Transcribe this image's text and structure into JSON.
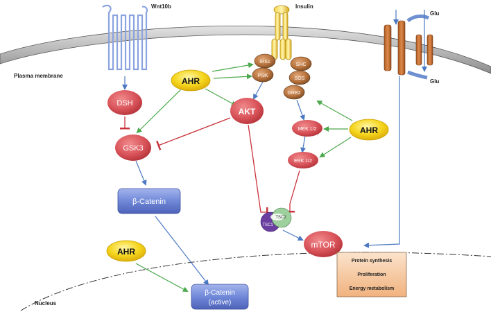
{
  "membrane_label": "Plasma membrane",
  "nucleus_label": "Nucleus",
  "receptors": {
    "wnt": "Wnt10b",
    "insulin": "Insulin",
    "glu_in": "Glu",
    "glu_out": "Glu"
  },
  "nodes": {
    "ahr_top": "AHR",
    "ahr_right": "AHR",
    "ahr_bottom": "AHR",
    "dsh": "DSH",
    "gsk3": "GSK3",
    "akt": "AKT",
    "mtor": "mTOR",
    "irs1": "IRS1",
    "pi3k": "PI3K",
    "shc": "SHC",
    "sos": "SOS",
    "grb2": "GRB2",
    "mek": "MEK 1/2",
    "erk": "ERK 1/2",
    "tsc1": "TSC1",
    "tsc2": "TSC2",
    "bcat": "β-Catenin",
    "bcat_active_1": "β-Catenin",
    "bcat_active_2": "(active)"
  },
  "outcomes": [
    "Protein synthesis",
    "Proliferation",
    "Energy metabolism"
  ],
  "colors": {
    "activation_blue": "#4a78c2",
    "activation_green": "#4ca84c",
    "inhibition_red": "#c8323a",
    "node_red": "#d9545a",
    "node_brown": "#a8683a",
    "ahr_yellow": "#f2d21a",
    "catenin_blue": "#6f87d6"
  }
}
